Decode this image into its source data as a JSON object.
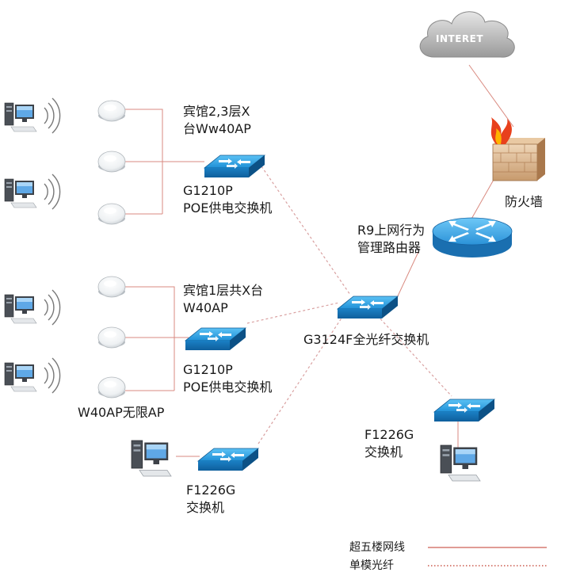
{
  "cloud": {
    "label": "INTERET"
  },
  "firewall": {
    "label": "防火墙"
  },
  "router": {
    "line1": "R9上网行为",
    "line2": "管理路由器"
  },
  "core_switch": {
    "label": "G3124F全光纤交换机"
  },
  "poe_switch_top": {
    "line1": "G1210P",
    "line2": "POE供电交换机"
  },
  "poe_switch_mid": {
    "line1": "G1210P",
    "line2": "POE供电交换机"
  },
  "ap_group_top": {
    "line1": "宾馆2,3层X",
    "line2": "台Ww40AP"
  },
  "ap_group_mid": {
    "line1": "宾馆1层共X台",
    "line2": "W40AP"
  },
  "ap_caption": {
    "label": "W40AP无限AP"
  },
  "switch_bottom_left": {
    "line1": "F1226G",
    "line2": "交换机"
  },
  "switch_right": {
    "line1": "F1226G",
    "line2": "交换机"
  },
  "legend": {
    "items": [
      {
        "label": "超五楼网线",
        "style": "solid",
        "color": "#c0392b"
      },
      {
        "label": "单模光纤",
        "style": "dotted",
        "color": "#c0392b"
      }
    ]
  },
  "colors": {
    "copper": "#d98a80",
    "fiber": "#d9a0a0",
    "switch": "#1f8fd6"
  }
}
